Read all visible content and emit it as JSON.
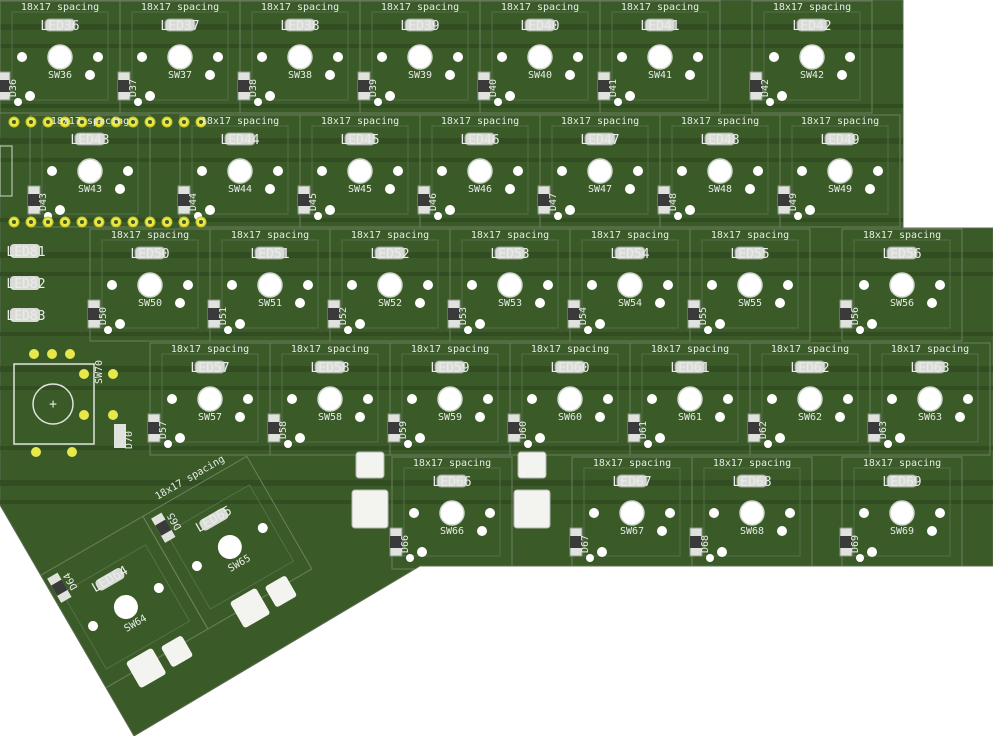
{
  "board": {
    "colors": {
      "substrate": "#3a5a28",
      "trace": "#2f4a1f",
      "pad": "#e8e84a",
      "silkscreen": "#e9ecea",
      "hole": "#ffffff",
      "outline": "#5d6d55",
      "diode_body": "#3a3a3a"
    },
    "spacing_label": "18x17 spacing",
    "rows": [
      {
        "keys": [
          {
            "led": "LED36",
            "sw": "SW36"
          },
          {
            "led": "LED37",
            "sw": "SW37"
          },
          {
            "led": "LED38",
            "sw": "SW38"
          },
          {
            "led": "LED39",
            "sw": "SW39"
          },
          {
            "led": "LED40",
            "sw": "SW40"
          },
          {
            "led": "LED41",
            "sw": "SW41"
          },
          {
            "led": "LED42",
            "sw": "SW42"
          }
        ],
        "diodes": [
          "D36",
          "D37",
          "D38",
          "D39",
          "D40",
          "D41",
          "D42"
        ]
      },
      {
        "keys": [
          {
            "led": "LED43",
            "sw": "SW43"
          },
          {
            "led": "LED44",
            "sw": "SW44"
          },
          {
            "led": "LED45",
            "sw": "SW45"
          },
          {
            "led": "LED46",
            "sw": "SW46"
          },
          {
            "led": "LED47",
            "sw": "SW47"
          },
          {
            "led": "LED48",
            "sw": "SW48"
          },
          {
            "led": "LED49",
            "sw": "SW49"
          }
        ],
        "diodes": [
          "D43",
          "D44",
          "D45",
          "D46",
          "D47",
          "D48",
          "D49"
        ]
      },
      {
        "keys": [
          {
            "led": "LED50",
            "sw": "SW50"
          },
          {
            "led": "LED51",
            "sw": "SW51"
          },
          {
            "led": "LED52",
            "sw": "SW52"
          },
          {
            "led": "LED53",
            "sw": "SW53"
          },
          {
            "led": "LED54",
            "sw": "SW54"
          },
          {
            "led": "LED55",
            "sw": "SW55"
          },
          {
            "led": "LED56",
            "sw": "SW56"
          }
        ],
        "diodes": [
          "D50",
          "D51",
          "D52",
          "D53",
          "D54",
          "D55",
          "D56"
        ]
      },
      {
        "keys": [
          {
            "led": "LED57",
            "sw": "SW57"
          },
          {
            "led": "LED58",
            "sw": "SW58"
          },
          {
            "led": "LED59",
            "sw": "SW59"
          },
          {
            "led": "LED60",
            "sw": "SW60"
          },
          {
            "led": "LED61",
            "sw": "SW61"
          },
          {
            "led": "LED62",
            "sw": "SW62"
          },
          {
            "led": "LED63",
            "sw": "SW63"
          }
        ],
        "diodes": [
          "D57",
          "D58",
          "D59",
          "D60",
          "D61",
          "D62",
          "D63"
        ]
      },
      {
        "keys": [
          {
            "led": "LED66",
            "sw": "SW66"
          },
          {
            "led": "LED67",
            "sw": "SW67"
          },
          {
            "led": "LED68",
            "sw": "SW68"
          },
          {
            "led": "LED69",
            "sw": "SW69"
          }
        ],
        "diodes": [
          "D66",
          "D67",
          "D68",
          "D69"
        ]
      }
    ],
    "thumb_keys": [
      {
        "led": "LED64",
        "sw": "SW64",
        "diode": "D64"
      },
      {
        "led": "LED65",
        "sw": "SW65",
        "diode": "D65"
      }
    ],
    "side_leds": [
      "LED81",
      "LED82",
      "LED83"
    ],
    "encoder": {
      "sw": "SW70",
      "diode": "D70",
      "mark": "+"
    }
  }
}
